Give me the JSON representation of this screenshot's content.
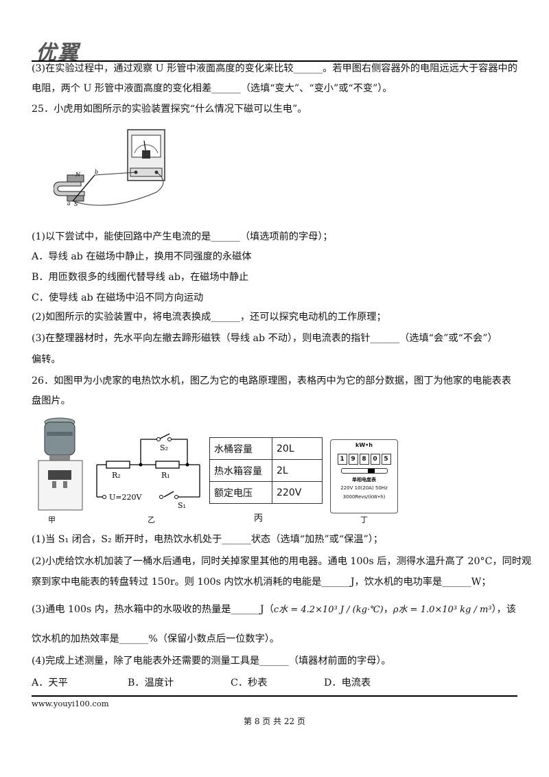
{
  "header": {
    "logo_text": "优翼"
  },
  "lines": {
    "l1": "(3)在实验过程中，通过观察 U 形管中液面高度的变化来比较______。若甲图右侧容器外的电阻远远大于容器中的",
    "l2": "电阻，两个 U 形管中液面高度的变化相差______（选填“变大”、“变小”或“不变”）。",
    "l3": "25．小虎用如图所示的实验装置探究“什么情况下磁可以生电”。",
    "l4": "(1)以下尝试中，能使回路中产生电流的是______（填选项前的字母）；",
    "l5": "A．导线 ab 在磁场中静止，换用不同强度的永磁体",
    "l6": "B．用匝数很多的线圈代替导线 ab，在磁场中静止",
    "l7": "C．使导线 ab 在磁场中沿不同方向运动",
    "l8": "(2)如图所示的实验装置中，将电流表换成______，还可以探究电动机的工作原理；",
    "l9": "(3)在整理器材时，先水平向左撤去蹄形磁铁（导线 ab 不动），则电流表的指针______（选填“会”或“不会”）",
    "l10": "偏转。",
    "l11": "26．如图甲为小虎家的电热饮水机，图乙为它的电路原理图，表格丙中为它的部分数据，图丁为他家的电能表表",
    "l12": "盘图片。",
    "l13": "(1)当 S₁ 闭合，S₂ 断开时，电热饮水机处于______状态（选填“加热”或“保温”）；",
    "l14": "(2)小虎给饮水机加装了一桶水后通电，同时关掉家里其他的用电器。通电 100s 后，测得水温升高了 20°C，同时观",
    "l15": "察到家中电能表的转盘转过 150r。则 100s 内饮水机消耗的电能是______J，饮水机的电功率是______W；",
    "l16a": "(3)通电 100s 内，热水箱中的水吸收的热量是______J（",
    "l16b": "c水 = 4.2×10³ J / (kg·℃)",
    "l16c": "，",
    "l16d": "ρ水 = 1.0×10³ kg / m³",
    "l16e": "），该",
    "l17": "饮水机的加热效率是______%（保留小数点后一位数字）。",
    "l18": "(4)完成上述测量，除了电能表外还需要的测量工具是______（填器材前面的字母）。"
  },
  "choices": {
    "a": "A．天平",
    "b": "B．温度计",
    "c": "C．秒表",
    "d": "D．电流表"
  },
  "figure25": {
    "label_n": "N",
    "label_s": "S",
    "label_a": "a",
    "label_b": "b"
  },
  "figures26": {
    "cap_jia": "甲",
    "cap_yi": "乙",
    "cap_bing": "丙",
    "cap_ding": "丁",
    "circuit": {
      "s2": "S₂",
      "r2": "R₂",
      "r1": "R₁",
      "u": "U=220V",
      "s1": "S₁"
    },
    "table": [
      {
        "name": "水桶容量",
        "value": "20L"
      },
      {
        "name": "热水箱容量",
        "value": "2L"
      },
      {
        "name": "额定电压",
        "value": "220V"
      }
    ],
    "meter": {
      "unit": "kW•h",
      "digits": [
        "1",
        "9",
        "8",
        "0",
        "5"
      ],
      "name": "单相电度表",
      "spec": "220V 10(20A) 50Hz",
      "revs": "3000Revs/(kW•h)"
    }
  },
  "footer": {
    "url": "www.youyi100.com",
    "page": "第 8 页 共 22 页"
  }
}
